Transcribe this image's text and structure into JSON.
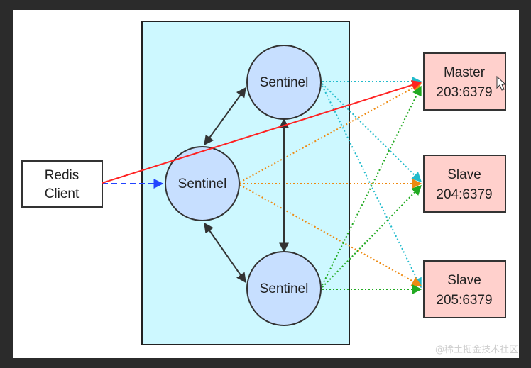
{
  "diagram": {
    "client": {
      "line1": "Redis",
      "line2": "Client"
    },
    "sentinels": [
      {
        "id": "top",
        "label": "Sentinel"
      },
      {
        "id": "middle",
        "label": "Sentinel"
      },
      {
        "id": "bottom",
        "label": "Sentinel"
      }
    ],
    "servers": [
      {
        "id": "master",
        "role": "Master",
        "address": "203:6379"
      },
      {
        "id": "slave1",
        "role": "Slave",
        "address": "204:6379"
      },
      {
        "id": "slave2",
        "role": "Slave",
        "address": "205:6379"
      }
    ]
  },
  "watermark": "@稀土掘金技术社区",
  "colors": {
    "page_bg": "#2b2b2b",
    "canvas_bg": "#ffffff",
    "sentinel_group_bg": "#cdf8ff",
    "sentinel_fill": "#c7dfff",
    "server_fill": "#ffd0cc",
    "client_to_master": "#ff2222",
    "client_to_sentinel": "#2244ff",
    "top_sentinel_links": "#22bbcc",
    "middle_sentinel_links": "#ee8a11",
    "bottom_sentinel_links": "#22aa22"
  }
}
